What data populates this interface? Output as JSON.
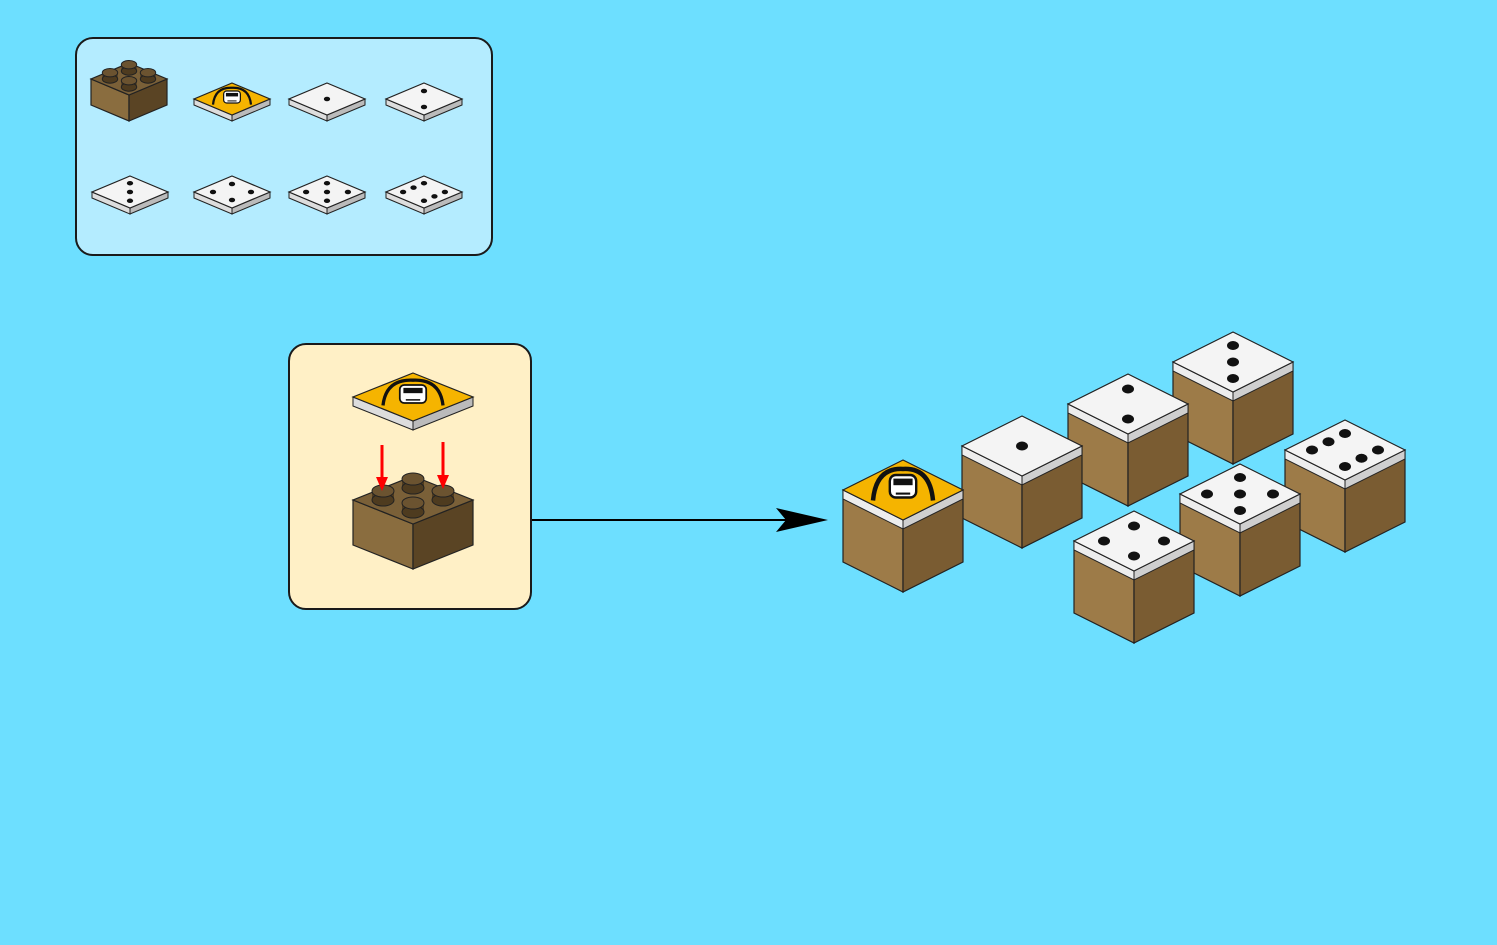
{
  "parts_list": {
    "items": [
      {
        "kind": "brick-2x2",
        "color": "#6b5330"
      },
      {
        "kind": "tile-train-icon",
        "color": "#f5b400"
      },
      {
        "kind": "tile-dots",
        "dots": 1
      },
      {
        "kind": "tile-dots",
        "dots": 2
      },
      {
        "kind": "tile-dots",
        "dots": 3
      },
      {
        "kind": "tile-dots",
        "dots": 4
      },
      {
        "kind": "tile-dots",
        "dots": 5
      },
      {
        "kind": "tile-dots",
        "dots": 6
      }
    ]
  },
  "assembly": {
    "arrow_color": "#ff0000",
    "arrow_count": 2
  },
  "result_blocks": [
    {
      "face": "train-icon"
    },
    {
      "face": "dots",
      "dots": 1
    },
    {
      "face": "dots",
      "dots": 2
    },
    {
      "face": "dots",
      "dots": 3
    },
    {
      "face": "dots",
      "dots": 4
    },
    {
      "face": "dots",
      "dots": 5
    },
    {
      "face": "dots",
      "dots": 6
    }
  ],
  "colors": {
    "background": "#6ddfff",
    "parts_panel": "#b4ecff",
    "step_panel": "#fff0c6",
    "brick_top": "#7a6038",
    "brick_left": "#8a6d3f",
    "brick_right": "#5a4424",
    "result_side_left": "#9d7b48",
    "result_side_right": "#7a5c32",
    "tile_white": "#f4f4f4",
    "tile_yellow": "#f5b400"
  }
}
